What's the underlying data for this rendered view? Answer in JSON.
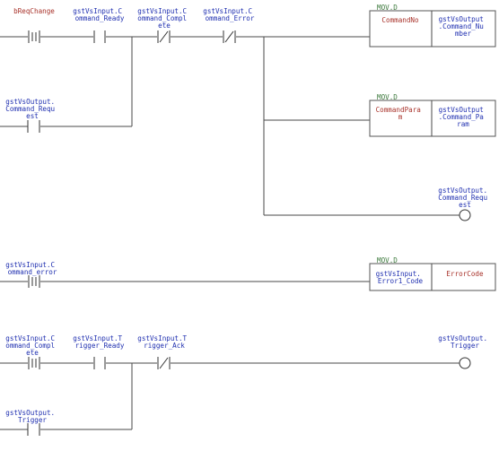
{
  "colors": {
    "variable_text": "#1f2fb0",
    "trigger_text": "#a8322a",
    "fb_name_text": "#3d7a3d",
    "wire": "#4a4a4a"
  },
  "rung1": {
    "c1": [
      "bReqChange"
    ],
    "c2": [
      "gstVsInput.C",
      "ommand_Ready"
    ],
    "c3": [
      "gstVsInput.C",
      "ommand_Compl",
      "ete"
    ],
    "c4": [
      "gstVsInput.C",
      "ommand_Error"
    ],
    "c5": [
      "gstVsOutput.",
      "Command_Requ",
      "est"
    ],
    "mov1": {
      "name": "MOV.D",
      "in": [
        "CommandNo"
      ],
      "out": [
        "gstVsOutput",
        ".Command_Nu",
        "mber"
      ]
    },
    "mov2": {
      "name": "MOV.D",
      "in": [
        "CommandPara",
        "m"
      ],
      "out": [
        "gstVsOutput",
        ".Command_Pa",
        "ram"
      ]
    },
    "coil": [
      "gstVsOutput.",
      "Command_Requ",
      "est"
    ]
  },
  "rung2": {
    "c1": [
      "gstVsInput.C",
      "ommand_error"
    ],
    "mov": {
      "name": "MOV.D",
      "in": [
        "gstVsInput.",
        "Error1_Code"
      ],
      "out": [
        "ErrorCode"
      ]
    }
  },
  "rung3": {
    "c1": [
      "gstVsInput.C",
      "ommand_Compl",
      "ete"
    ],
    "c2": [
      "gstVsInput.T",
      "rigger_Ready"
    ],
    "c3": [
      "gstVsInput.T",
      "rigger_Ack"
    ],
    "c4": [
      "gstVsOutput.",
      "Trigger"
    ],
    "coil": [
      "gstVsOutput.",
      "Trigger"
    ]
  }
}
